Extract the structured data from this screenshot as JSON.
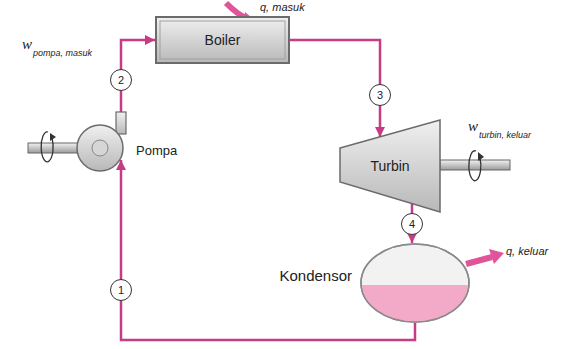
{
  "diagram": {
    "nodes": [
      {
        "text": [
          "Boiler"
        ]
      },
      {
        "text": [
          "Turbin"
        ]
      },
      {
        "text": [
          "Pompa"
        ]
      },
      {
        "text": [
          "Kondensor"
        ]
      }
    ],
    "edges": [
      {
        "from": 2,
        "to": 0,
        "arrow": "to"
      },
      {
        "from": 0,
        "to": 1,
        "arrow": "to"
      },
      {
        "from": 1,
        "to": 3,
        "arrow": "to"
      },
      {
        "from": 3,
        "to": 2,
        "arrow": "to"
      }
    ],
    "labels": [
      "q, masuk",
      "2",
      "3",
      "w",
      "turbin, keluar",
      "w",
      "pompa, masuk",
      "4",
      "q, keluar",
      "1"
    ]
  }
}
